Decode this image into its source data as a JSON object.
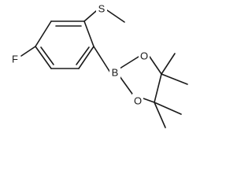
{
  "molecule": {
    "atoms": {
      "fluorine": "F",
      "sulfur": "S",
      "boron": "B",
      "oxygen_top": "O",
      "oxygen_bottom": "O"
    },
    "colors": {
      "bond": "#1a1a1a",
      "background": "#ffffff"
    }
  }
}
